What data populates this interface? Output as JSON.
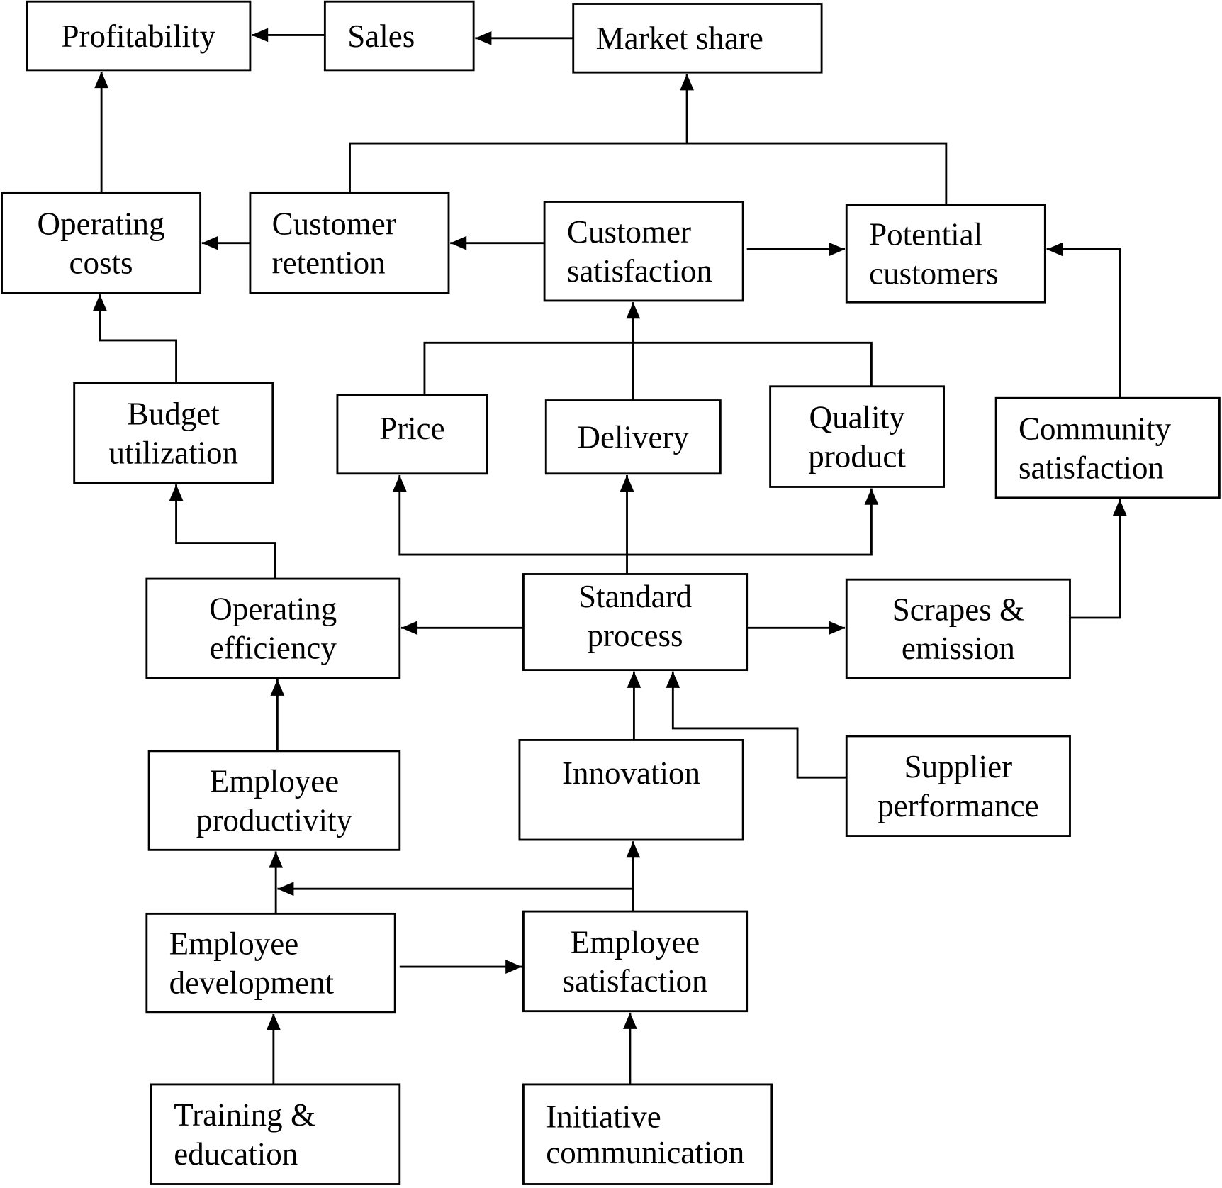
{
  "diagram": {
    "title": "",
    "nodes": [
      {
        "id": "profitability",
        "lines": [
          "Profitability"
        ]
      },
      {
        "id": "sales",
        "lines": [
          "Sales"
        ]
      },
      {
        "id": "market-share",
        "lines": [
          "Market share"
        ]
      },
      {
        "id": "operating-costs",
        "lines": [
          "Operating",
          "costs"
        ]
      },
      {
        "id": "customer-retention",
        "lines": [
          "Customer",
          "retention"
        ]
      },
      {
        "id": "customer-satisfaction",
        "lines": [
          "Customer",
          "satisfaction"
        ]
      },
      {
        "id": "potential-customers",
        "lines": [
          "Potential",
          "customers"
        ]
      },
      {
        "id": "budget-utilization",
        "lines": [
          "Budget",
          "utilization"
        ]
      },
      {
        "id": "price",
        "lines": [
          "Price"
        ]
      },
      {
        "id": "delivery",
        "lines": [
          "Delivery"
        ]
      },
      {
        "id": "quality-product",
        "lines": [
          "Quality",
          "product"
        ]
      },
      {
        "id": "community-satisfaction",
        "lines": [
          "Community",
          "satisfaction"
        ]
      },
      {
        "id": "operating-efficiency",
        "lines": [
          "Operating",
          "efficiency"
        ]
      },
      {
        "id": "standard-process",
        "lines": [
          "Standard",
          "process"
        ]
      },
      {
        "id": "scrapes-emission",
        "lines": [
          "Scrapes &",
          "emission"
        ]
      },
      {
        "id": "employee-productivity",
        "lines": [
          "Employee",
          "productivity"
        ]
      },
      {
        "id": "innovation",
        "lines": [
          "Innovation"
        ]
      },
      {
        "id": "supplier-performance",
        "lines": [
          "Supplier",
          "performance"
        ]
      },
      {
        "id": "employee-development",
        "lines": [
          "Employee",
          "development"
        ]
      },
      {
        "id": "employee-satisfaction",
        "lines": [
          "Employee",
          "satisfaction"
        ]
      },
      {
        "id": "training-education",
        "lines": [
          "Training &",
          "education"
        ]
      },
      {
        "id": "initiative-communication",
        "lines": [
          "Initiative",
          "communication"
        ]
      }
    ],
    "edges": [
      {
        "from": "sales",
        "to": "profitability"
      },
      {
        "from": "market-share",
        "to": "sales"
      },
      {
        "from": "operating-costs",
        "to": "profitability"
      },
      {
        "from": "customer-retention",
        "to": "market-share"
      },
      {
        "from": "potential-customers",
        "to": "market-share"
      },
      {
        "from": "customer-retention",
        "to": "operating-costs"
      },
      {
        "from": "customer-satisfaction",
        "to": "customer-retention"
      },
      {
        "from": "customer-satisfaction",
        "to": "potential-customers"
      },
      {
        "from": "community-satisfaction",
        "to": "potential-customers"
      },
      {
        "from": "budget-utilization",
        "to": "operating-costs"
      },
      {
        "from": "price",
        "to": "customer-satisfaction"
      },
      {
        "from": "delivery",
        "to": "customer-satisfaction"
      },
      {
        "from": "quality-product",
        "to": "customer-satisfaction"
      },
      {
        "from": "operating-efficiency",
        "to": "budget-utilization"
      },
      {
        "from": "standard-process",
        "to": "price"
      },
      {
        "from": "standard-process",
        "to": "delivery"
      },
      {
        "from": "standard-process",
        "to": "quality-product"
      },
      {
        "from": "standard-process",
        "to": "operating-efficiency"
      },
      {
        "from": "standard-process",
        "to": "scrapes-emission"
      },
      {
        "from": "scrapes-emission",
        "to": "community-satisfaction"
      },
      {
        "from": "employee-productivity",
        "to": "operating-efficiency"
      },
      {
        "from": "innovation",
        "to": "standard-process"
      },
      {
        "from": "supplier-performance",
        "to": "standard-process"
      },
      {
        "from": "employee-satisfaction",
        "to": "employee-productivity"
      },
      {
        "from": "employee-development",
        "to": "employee-productivity"
      },
      {
        "from": "employee-satisfaction",
        "to": "innovation"
      },
      {
        "from": "employee-development",
        "to": "employee-satisfaction"
      },
      {
        "from": "training-education",
        "to": "employee-development"
      },
      {
        "from": "initiative-communication",
        "to": "employee-satisfaction"
      }
    ]
  }
}
